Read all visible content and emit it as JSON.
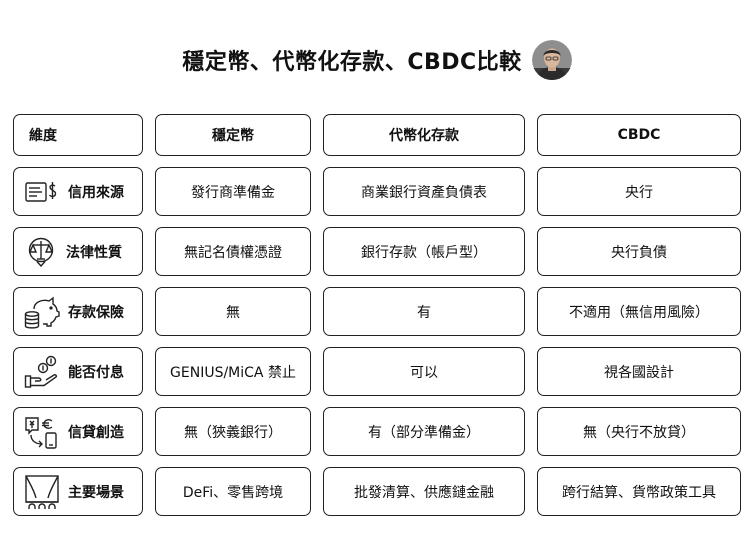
{
  "title": "穩定幣、代幣化存款、CBDC比較",
  "headers": [
    "維度",
    "穩定幣",
    "代幣化存款",
    "CBDC"
  ],
  "rows": [
    {
      "icon": "money-document-icon",
      "label": "信用來源",
      "values": [
        "發行商準備金",
        "商業銀行資產負債表",
        "央行"
      ]
    },
    {
      "icon": "scales-icon",
      "label": "法律性質",
      "values": [
        "無記名債權憑證",
        "銀行存款（帳戶型）",
        "央行負債"
      ]
    },
    {
      "icon": "piggy-bank-icon",
      "label": "存款保險",
      "values": [
        "無",
        "有",
        "不適用（無信用風險）"
      ]
    },
    {
      "icon": "hand-coins-icon",
      "label": "能否付息",
      "values": [
        "GENIUS/MiCA 禁止",
        "可以",
        "視各國設計"
      ]
    },
    {
      "icon": "currency-exchange-icon",
      "label": "信貸創造",
      "values": [
        "無（狹義銀行）",
        "有（部分準備金）",
        "無（央行不放貸）"
      ]
    },
    {
      "icon": "stage-curtain-icon",
      "label": "主要場景",
      "values": [
        "DeFi、零售跨境",
        "批發清算、供應鏈金融",
        "跨行結算、貨幣政策工具"
      ]
    }
  ]
}
